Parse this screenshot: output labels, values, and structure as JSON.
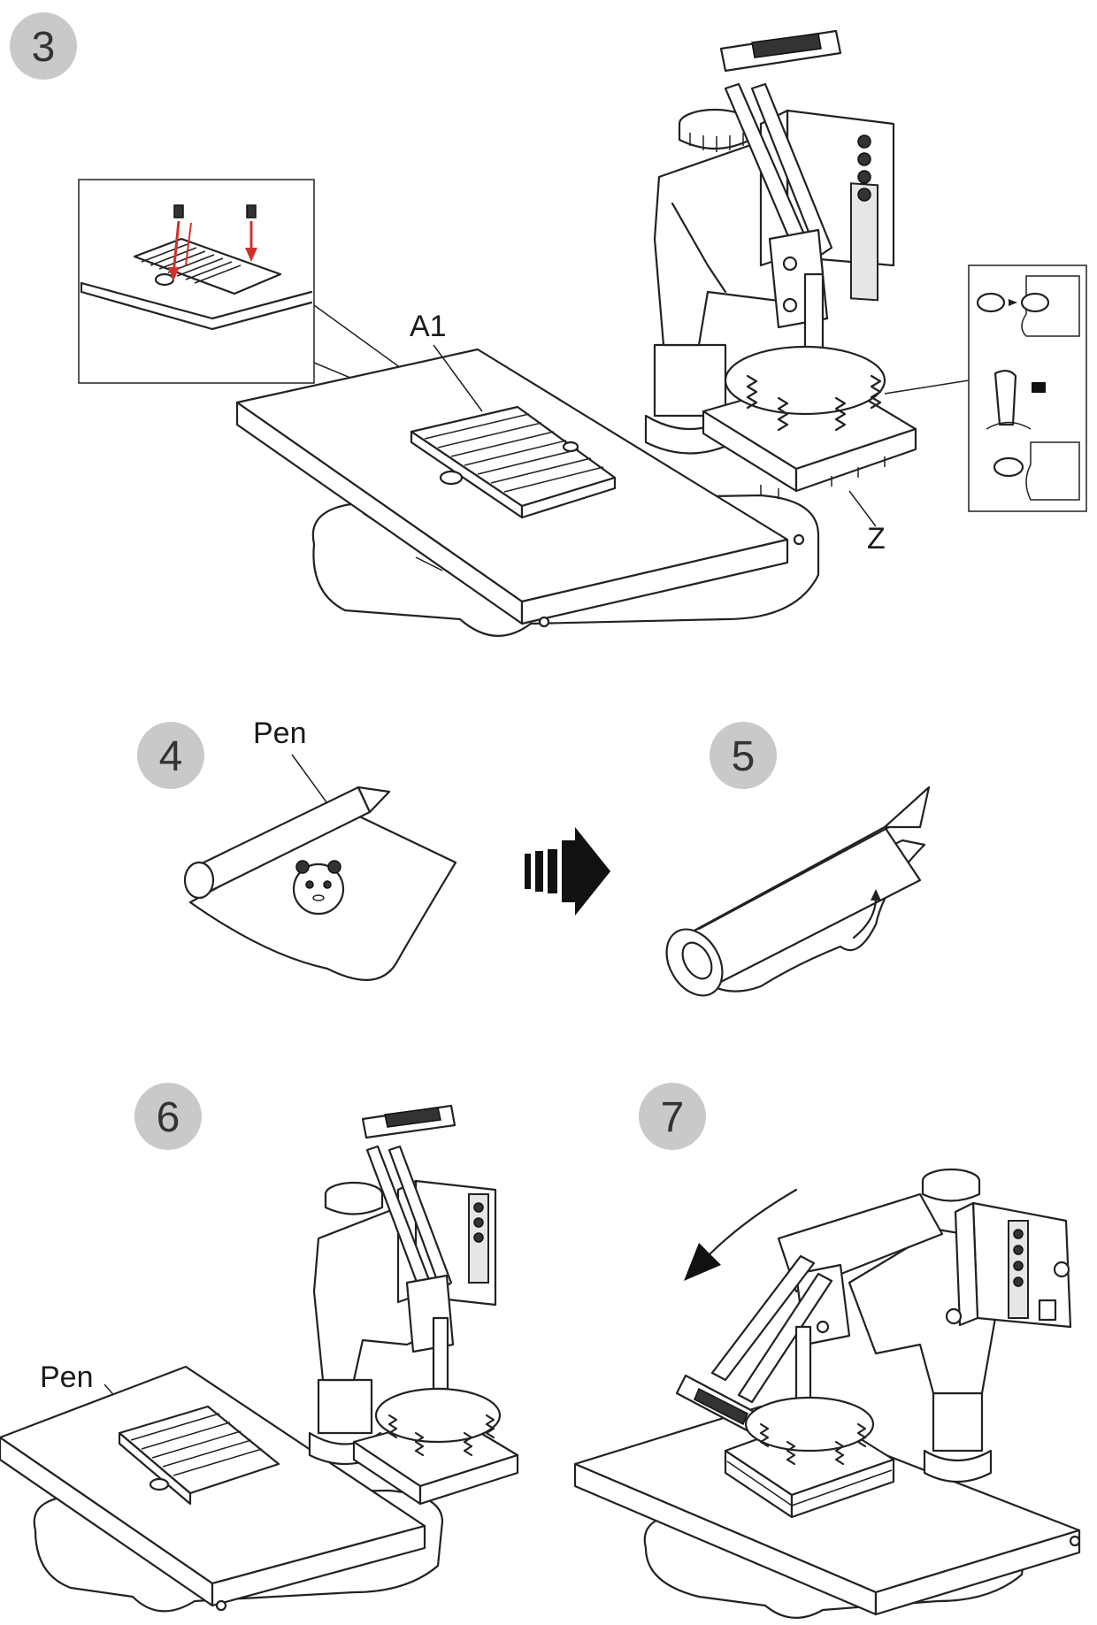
{
  "steps": {
    "s3": "3",
    "s4": "4",
    "s5": "5",
    "s6": "6",
    "s7": "7"
  },
  "labels": {
    "a1": "A1",
    "z": "Z",
    "pen_step4": "Pen",
    "pen_step6": "Pen"
  },
  "colors": {
    "badge": "#c9c9c9",
    "arrow_red": "#d0312d",
    "line": "#222222"
  }
}
